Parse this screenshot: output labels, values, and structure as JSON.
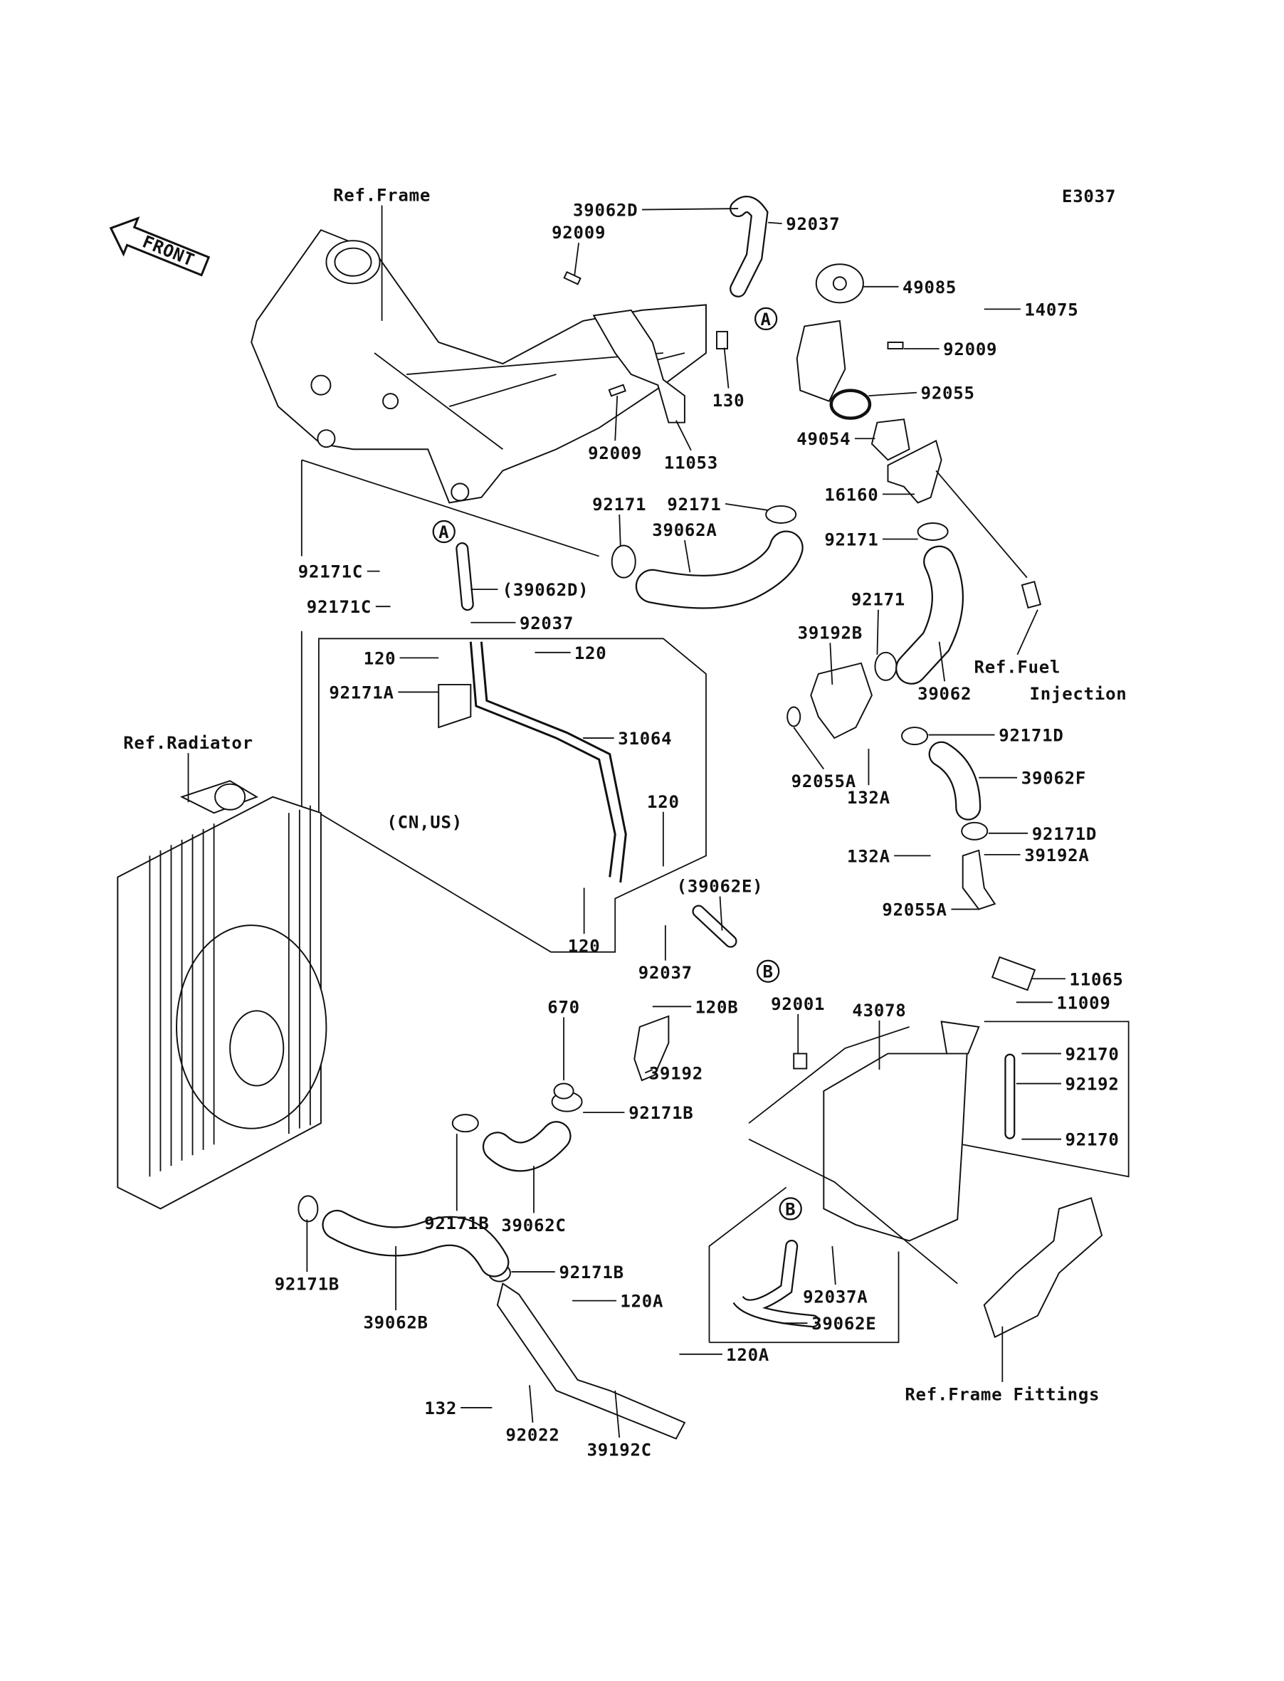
{
  "diagram_code": "E3037",
  "front_arrow": "FRONT",
  "callouts": [
    "A",
    "A",
    "B",
    "B"
  ],
  "labels": [
    "Ref.Frame",
    "39062D",
    "92037",
    "92009",
    "49085",
    "14075",
    "92009",
    "130",
    "92055",
    "49054",
    "92009",
    "11053",
    "16160",
    "92171",
    "92171",
    "39062A",
    "92171",
    "92171C",
    "(39062D)",
    "92171C",
    "92037",
    "92171",
    "39192B",
    "120",
    "120",
    "Ref.Fuel",
    "92171A",
    "39062",
    "Injection",
    "31064",
    "Ref.Radiator",
    "92171D",
    "39062F",
    "92055A",
    "132A",
    "120",
    "(CN,US)",
    "92171D",
    "132A",
    "39192A",
    "(39062E)",
    "92055A",
    "120",
    "92037",
    "11065",
    "670",
    "120B",
    "92001",
    "43078",
    "11009",
    "92170",
    "39192",
    "92192",
    "92171B",
    "92170",
    "92171B",
    "39062C",
    "92171B",
    "92171B",
    "92037A",
    "120A",
    "39062B",
    "39062E",
    "120A",
    "Ref.Frame Fittings",
    "132",
    "92022",
    "39192C"
  ]
}
